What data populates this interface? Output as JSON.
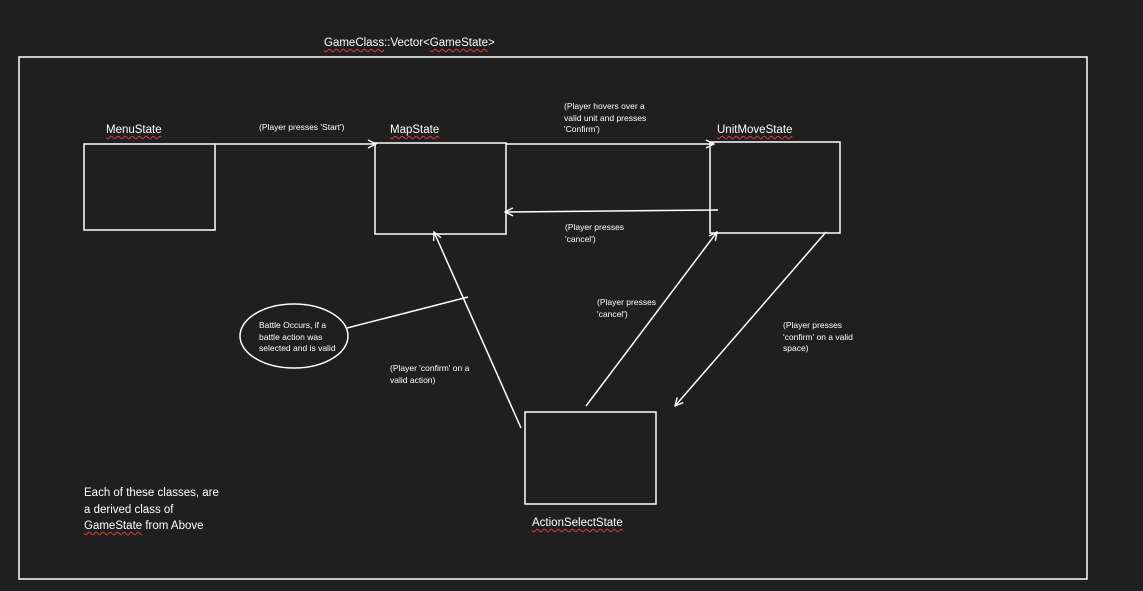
{
  "header": {
    "prefix": "GameClass",
    "mid": "::Vector<",
    "type": "GameState",
    "suffix": ">"
  },
  "states": {
    "menu": "MenuState",
    "map": "MapState",
    "unit_move": "UnitMoveState",
    "action_select": "ActionSelectState"
  },
  "transitions": {
    "start": "(Player presses 'Start')",
    "hover_confirm": "(Player hovers over a valid unit and presses 'Confirm')",
    "cancel_to_map": "(Player presses 'cancel')",
    "cancel_to_unit": "(Player presses 'cancel')",
    "confirm_space": "(Player presses 'confirm' on a valid space)",
    "confirm_action": "(Player 'confirm' on a valid action)"
  },
  "battle_note": "Battle Occurs, if a battle action was selected and is valid",
  "footer": {
    "line1": "Each of these classes, are",
    "line2": "a derived class of",
    "line3_word": "GameState",
    "line3_rest": " from Above"
  },
  "colors": {
    "background": "#1f1f1f",
    "stroke": "#ffffff",
    "spellcheck": "#e03c3c"
  }
}
